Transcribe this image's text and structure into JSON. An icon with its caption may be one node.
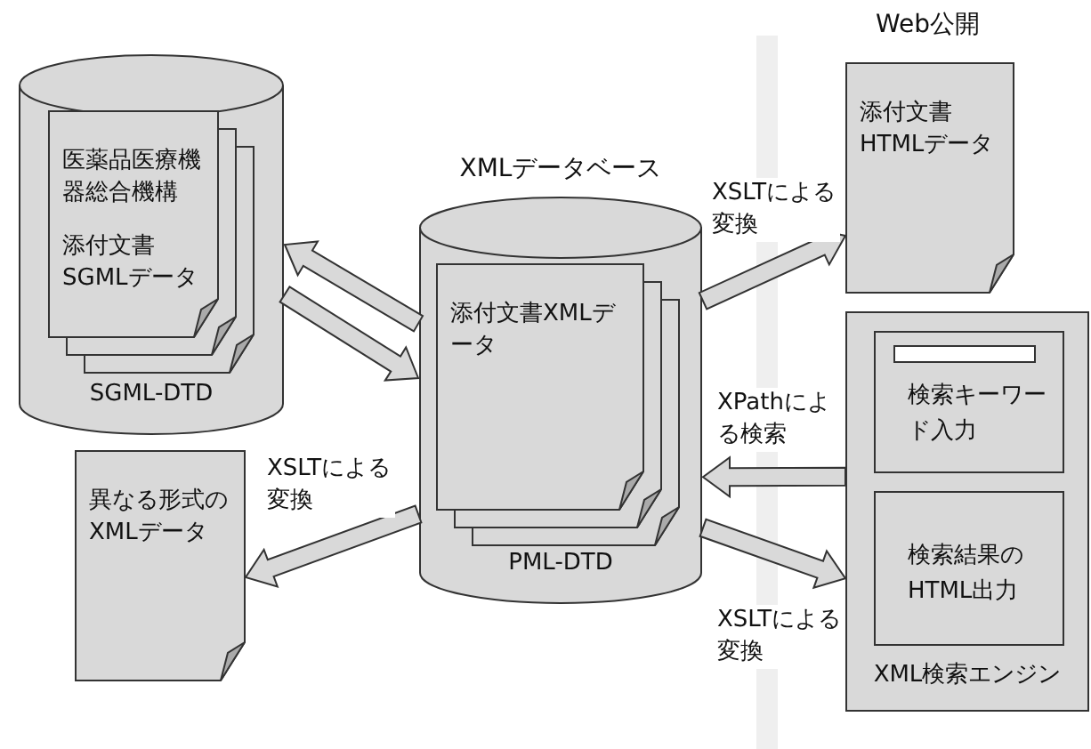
{
  "diagram": {
    "nodes": [
      {
        "text": [
          "SGML-DTD"
        ]
      },
      {
        "text": [
          "医薬品医療機器総合機構",
          "添付文書SGMLデータ"
        ],
        "in": 0
      },
      {
        "text": [
          "XMLデータベース",
          "PML-DTD"
        ]
      },
      {
        "text": [
          "添付文書XMLデータ"
        ],
        "in": 2
      },
      {
        "text": [
          "添付文書HTMLデータ"
        ]
      },
      {
        "text": [
          "XML検索エンジン"
        ]
      },
      {
        "text": [
          "検索キーワード入力"
        ],
        "in": 5
      },
      {
        "text": [
          "検索結果のHTML出力"
        ],
        "in": 5
      },
      {
        "text": [
          "異なる形式のXMLデータ"
        ]
      }
    ],
    "edges": [
      {
        "from": 2,
        "to": 0,
        "arrow": "to"
      },
      {
        "from": 0,
        "to": 2,
        "arrow": "to"
      },
      {
        "from": 2,
        "to": 4,
        "arrow": "to",
        "label": "XSLTによる変換"
      },
      {
        "from": 5,
        "to": 2,
        "arrow": "to",
        "label": "XPathによる検索"
      },
      {
        "from": 2,
        "to": 5,
        "arrow": "to",
        "label": "XSLTによる変換"
      },
      {
        "from": 2,
        "to": 8,
        "arrow": "to",
        "label": "XSLTによる変換"
      }
    ],
    "labels": [
      "Web公開"
    ]
  }
}
